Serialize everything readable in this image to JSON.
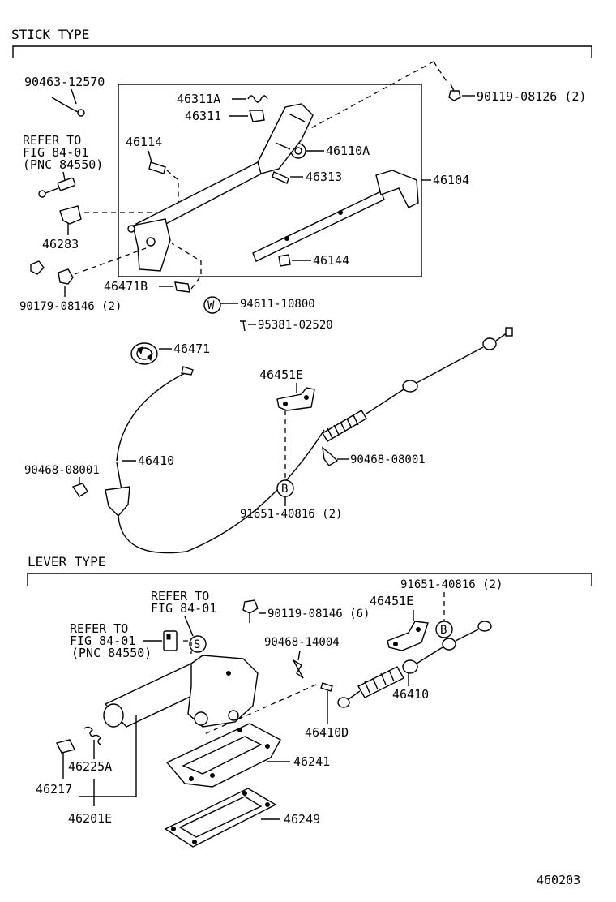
{
  "sections": {
    "stick_type": "STICK TYPE",
    "lever_type": "LEVER TYPE"
  },
  "stick": {
    "p90463": "90463-12570",
    "refer1": "REFER TO",
    "refer2": "FIG 84-01",
    "refer3": "(PNC 84550)",
    "p46311a": "46311A",
    "p46311": "46311",
    "p46114": "46114",
    "p90119": "90119-08126 (2)",
    "p46110a": "46110A",
    "p46313": "46313",
    "p46104": "46104",
    "p46283": "46283",
    "p46144": "46144",
    "p90179": "90179-08146 (2)",
    "p46471b": "46471B",
    "p94611": "94611-10800",
    "p95381": "95381-02520",
    "p46471": "46471",
    "p46451e": "46451E",
    "p46410": "46410",
    "p90468a": "90468-08001",
    "p90468b": "90468-08001",
    "p91651": "91651-40816 (2)",
    "mark_w": "W",
    "mark_b": "B"
  },
  "lever": {
    "refer_a1": "REFER TO",
    "refer_a2": "FIG 84-01",
    "refer_b1": "REFER TO",
    "refer_b2": "FIG 84-01",
    "refer_b3": "(PNC 84550)",
    "p90119": "90119-08146 (6)",
    "p91651": "91651-40816 (2)",
    "p46451e": "46451E",
    "p90468": "90468-14004",
    "p46410": "46410",
    "p46410d": "46410D",
    "p46241": "46241",
    "p46225a": "46225A",
    "p46217": "46217",
    "p46201e": "46201E",
    "p46249": "46249",
    "mark_s": "S",
    "mark_b": "B"
  },
  "figure_number": "460203"
}
